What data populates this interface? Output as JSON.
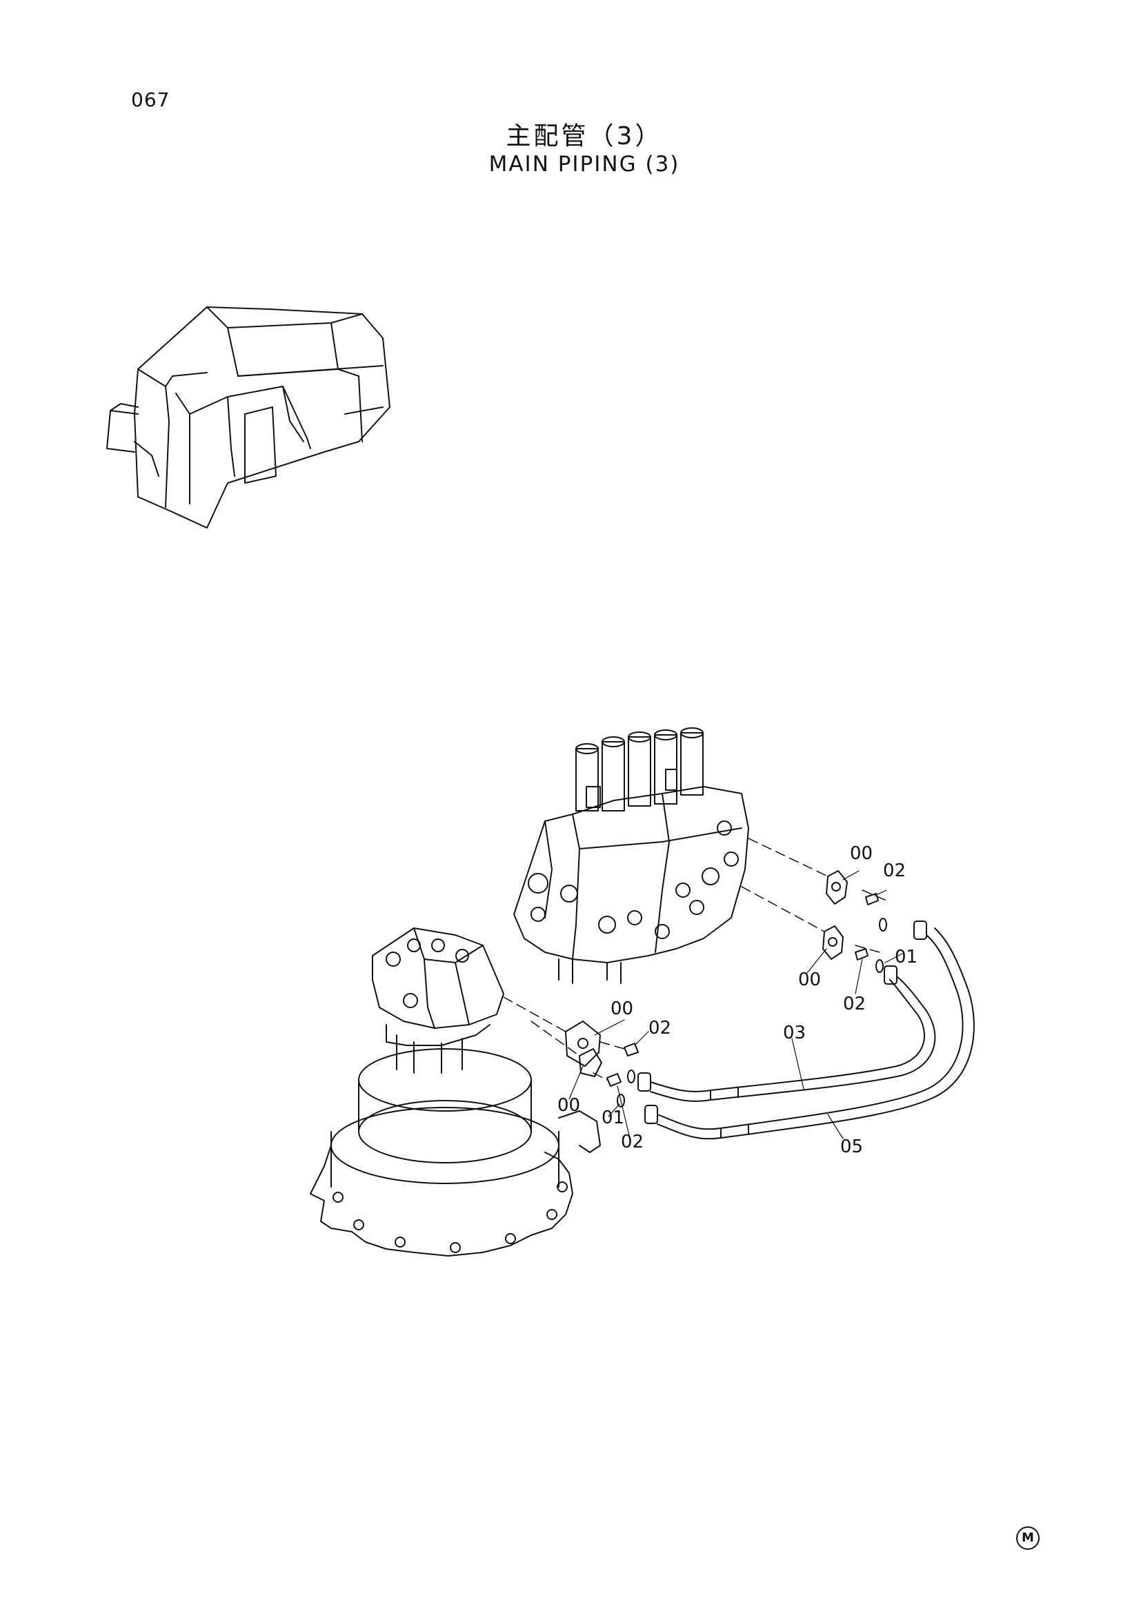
{
  "page": {
    "number": "067",
    "title_jp": "主配管（3）",
    "title_en": "MAIN PIPING (3)"
  },
  "diagram": {
    "callouts": {
      "c_00_valve": "00",
      "c_02_valve": "02",
      "c_01_mid": "01",
      "c_00_mid": "00",
      "c_02_mid": "02",
      "c_03": "03",
      "c_00_motor_top": "00",
      "c_02_motor_top": "02",
      "c_00_motor_bottom": "00",
      "c_01_motor": "01",
      "c_02_motor_bottom": "02",
      "c_05": "05"
    }
  },
  "footer": {
    "mark": "M"
  }
}
